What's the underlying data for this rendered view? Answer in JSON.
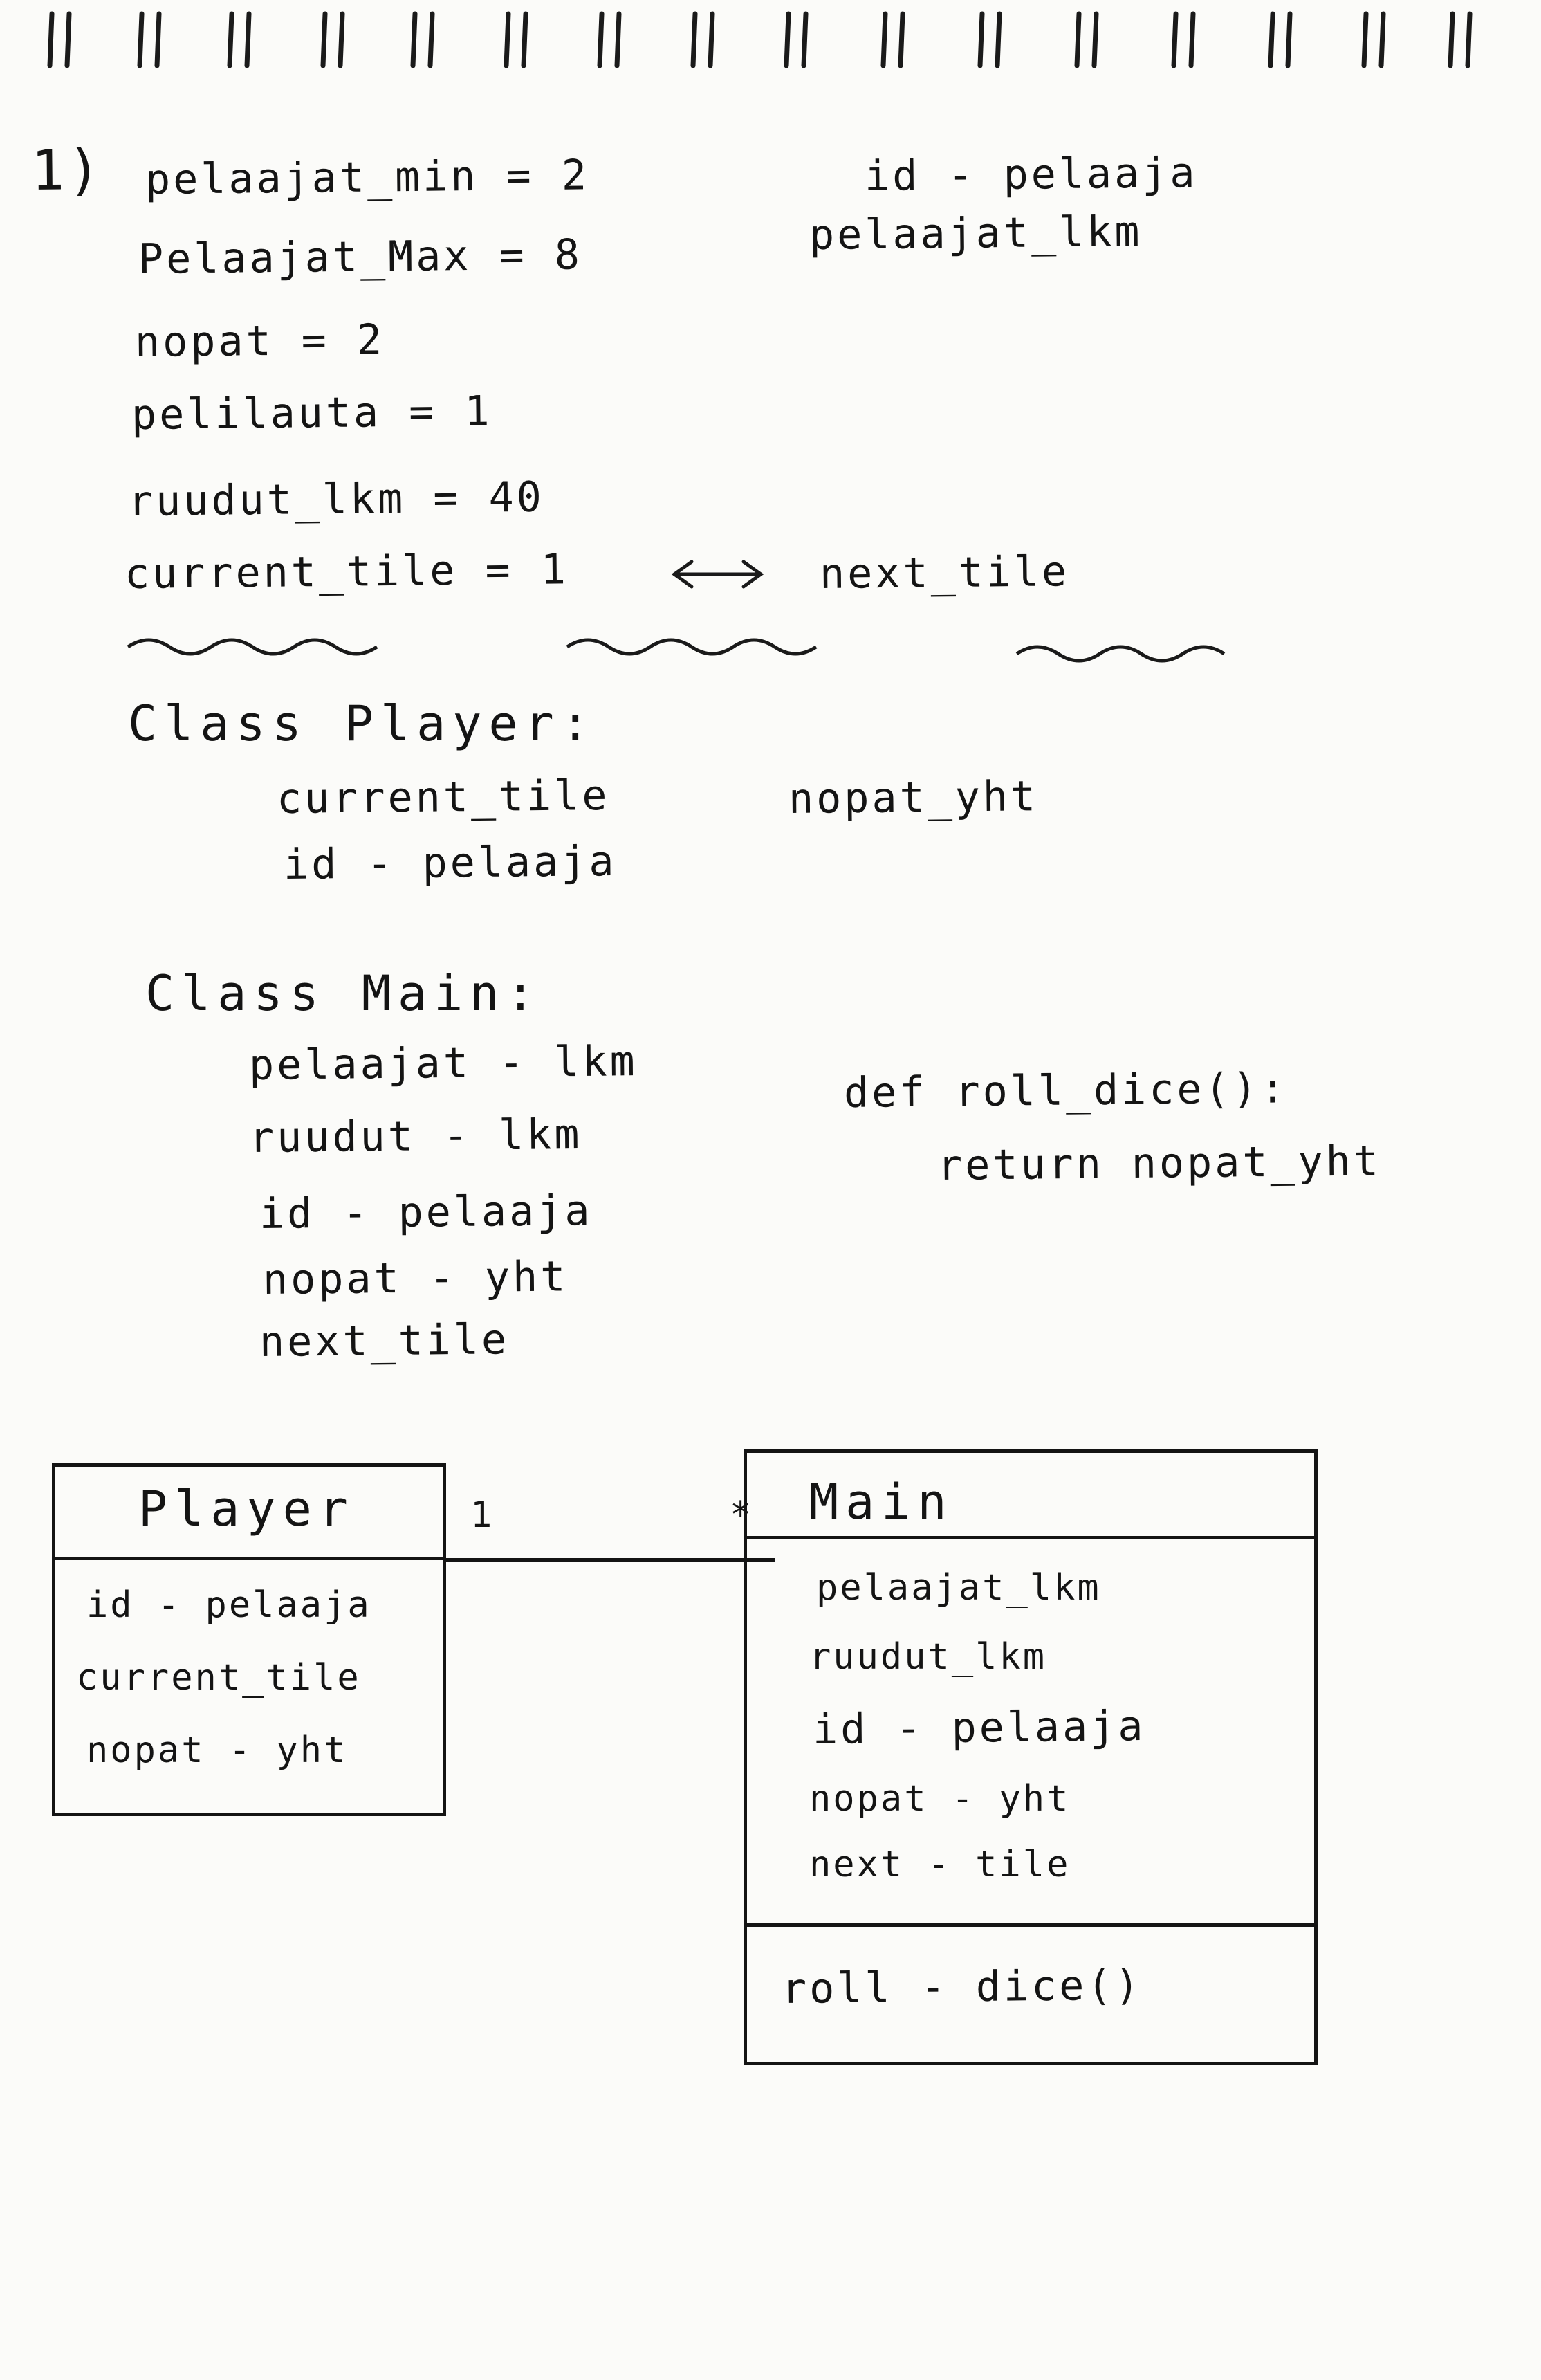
{
  "notes": {
    "number": "1)",
    "left_lines": [
      "pelaajat_min = 2",
      "Pelaajat_Max = 8",
      "nopat = 2",
      "pelilauta = 1",
      "ruudut_lkm = 40",
      "current_tile = 1"
    ],
    "right_lines": [
      "id - pelaaja",
      "pelaajat_lkm"
    ],
    "arrow_target": "next_tile"
  },
  "class_player": {
    "header": "Class Player:",
    "attributes": [
      "current_tile",
      "id - pelaaja"
    ],
    "side_attribute": "nopat_yht"
  },
  "class_main": {
    "header": "Class Main:",
    "attributes": [
      "pelaajat - lkm",
      "ruudut - lkm",
      "id - pelaaja",
      "nopat - yht",
      "next_tile"
    ],
    "method_def": "def roll_dice():",
    "method_body": "return nopat_yht"
  },
  "uml": {
    "player_box": {
      "title": "Player",
      "attributes": [
        "id - pelaaja",
        "current_tile",
        "nopat - yht"
      ]
    },
    "main_box": {
      "title": "Main",
      "attributes": [
        "pelaajat_lkm",
        "ruudut_lkm",
        "id - pelaaja",
        "nopat - yht",
        "next - tile"
      ],
      "methods": [
        "roll - dice()"
      ]
    },
    "multiplicity_left": "1",
    "multiplicity_right": "*"
  }
}
